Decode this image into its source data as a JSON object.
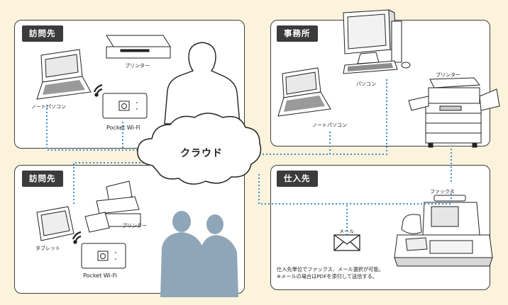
{
  "panels": {
    "visit_top": {
      "title": "訪問先"
    },
    "office": {
      "title": "事務所"
    },
    "visit_bottom": {
      "title": "訪問先"
    },
    "supplier": {
      "title": "仕入先"
    }
  },
  "cloud": {
    "label": "クラウド"
  },
  "devices": {
    "printer_top": "プリンター",
    "laptop_top": "ノートパソコン",
    "pocket_wifi_top": "Pocket Wi-Fi",
    "pc_office": "パソコン",
    "printer_office": "プリンター",
    "laptop_office": "ノートパソコン",
    "fax": "ファックス",
    "mail": "メール",
    "tablet": "タブレット",
    "printer_bottom": "プリンター",
    "pocket_wifi_bottom": "Pocket Wi-Fi"
  },
  "supplier_note": {
    "line1": "仕入先単位でファックス、メール選択が可能。",
    "line2": "※メールの場合はPDFを添付して送信する。"
  },
  "colors": {
    "link": "#3b8fd1",
    "panel_border": "#3d3d3d",
    "tag_bg": "#3b3b3b",
    "silhouette": "#8fa6b8"
  }
}
